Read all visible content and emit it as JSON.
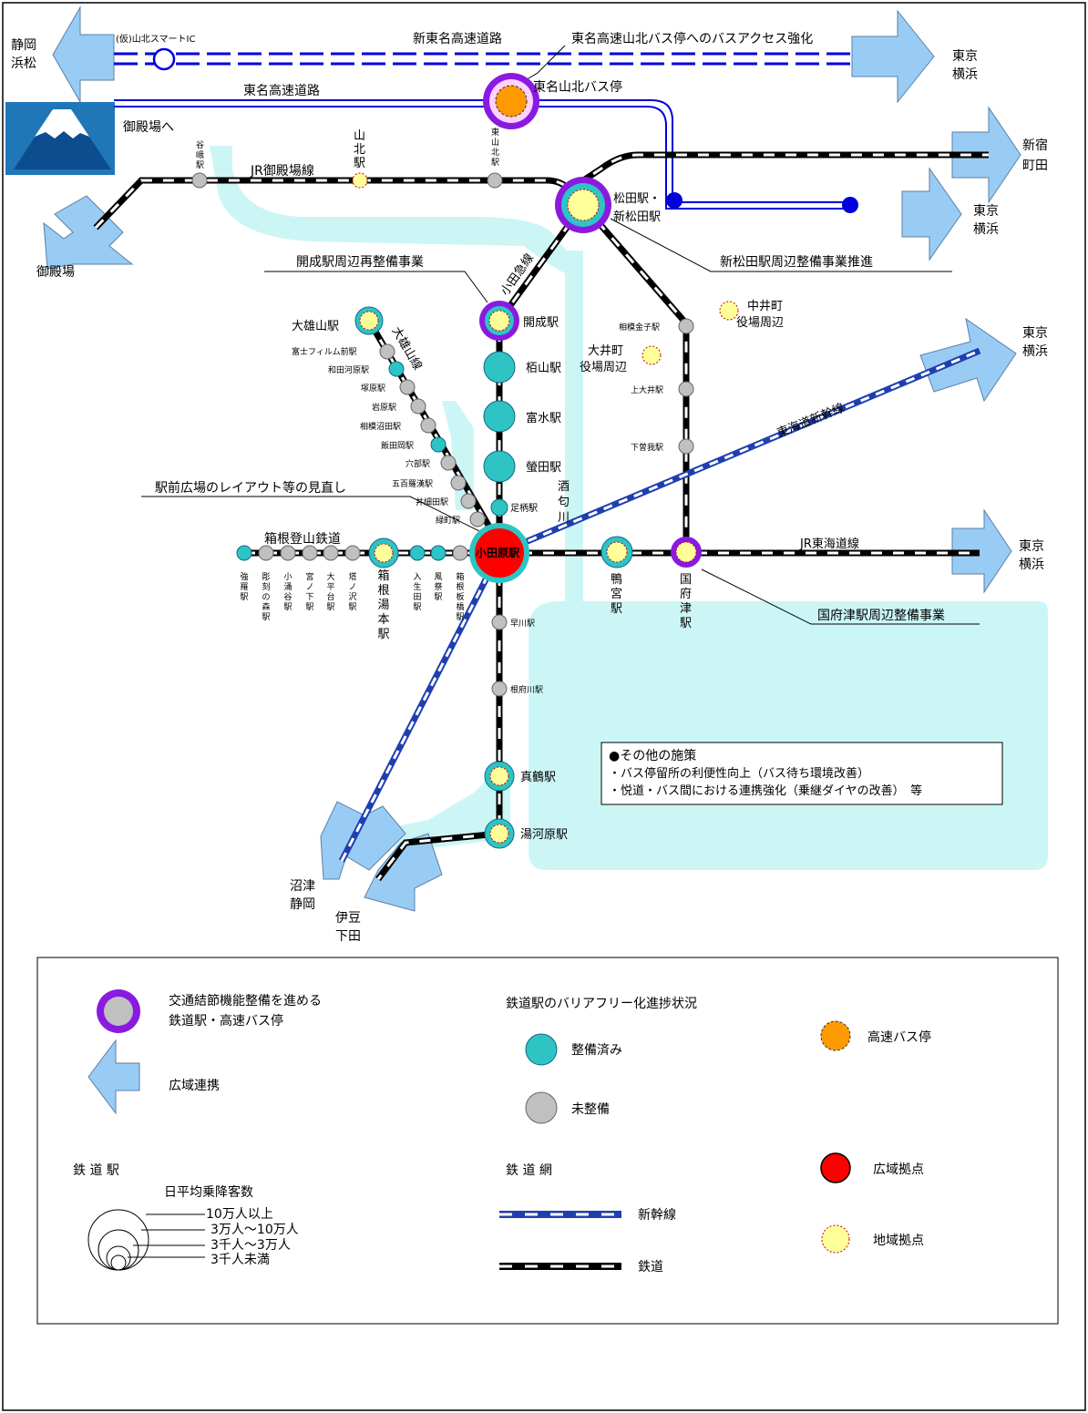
{
  "roads": {
    "shin_tomei": "新東名高速道路",
    "tomei": "東名高速道路",
    "smart_ic": "(仮)山北スマートIC",
    "to_gotemba_road": "御殿場へ",
    "bus_access": "東名高速山北バス停へのバスアクセス強化",
    "yamakita_bus_stop": "東名山北バス停"
  },
  "lines": {
    "gotemba": "JR御殿場線",
    "odakyu": "小田急線",
    "daiyuzan": "大雄山線",
    "hakone": "箱根登山鉄道",
    "tokaido": "JR東海道線",
    "shinkansen": "東海道新幹線",
    "river": [
      "酒",
      "匂",
      "川"
    ]
  },
  "destinations": {
    "shizuoka_hamamatsu": [
      "静岡",
      "浜松"
    ],
    "tokyo_yokohama": [
      "東京",
      "横浜"
    ],
    "shinjuku_machida": [
      "新宿",
      "町田"
    ],
    "gotemba": "御殿場",
    "numazu_shizuoka": [
      "沼津",
      "静岡"
    ],
    "izu_shimoda": [
      "伊豆",
      "下田"
    ]
  },
  "stations": {
    "odawara": "小田原駅",
    "matsuda": [
      "松田駅・",
      "新松田駅"
    ],
    "kaisei": "開成駅",
    "sakaiyama": "栢山駅",
    "tomizu": "富水駅",
    "hotaruda": "螢田駅",
    "ashigara": "足柄駅",
    "daiyuzan": "大雄山駅",
    "fujifilm": "富士フィルム前駅",
    "wadagahara": "和田河原駅",
    "tsukahara": "塚原駅",
    "iwahara": "岩原駅",
    "sagami_numata": "相模沼田駅",
    "iidaoka": "飯田岡駅",
    "anabe": "穴部駅",
    "gohyakurakan": "五百羅漢駅",
    "iharada": "井細田駅",
    "midoricho": "緑町駅",
    "sagami_kaneko": "相模金子駅",
    "kami_oi": "上大井駅",
    "shimo_soga": "下曽我駅",
    "kozu": [
      "国",
      "府",
      "津",
      "駅"
    ],
    "kamonomiya": [
      "鴨",
      "宮",
      "駅"
    ],
    "hayakawa": "早川駅",
    "nebukawa": "根府川駅",
    "manazuru": "真鶴駅",
    "yugawara": "湯河原駅",
    "yaga": [
      "谷",
      "峨",
      "駅"
    ],
    "yamakita": [
      "山",
      "北",
      "駅"
    ],
    "higashi_yamakita": [
      "東",
      "山",
      "北",
      "駅"
    ],
    "gora": [
      "強",
      "羅",
      "駅"
    ],
    "chokoku": [
      "彫",
      "刻",
      "の",
      "森",
      "駅"
    ],
    "kowakudani": [
      "小",
      "涌",
      "谷",
      "駅"
    ],
    "miyanoshita": [
      "宮",
      "ノ",
      "下",
      "駅"
    ],
    "ohiradai": [
      "大",
      "平",
      "台",
      "駅"
    ],
    "tonosawa": [
      "塔",
      "ノ",
      "沢",
      "駅"
    ],
    "hakone_yumoto": [
      "箱",
      "根",
      "湯",
      "本",
      "駅"
    ],
    "iriuda": [
      "入",
      "生",
      "田",
      "駅"
    ],
    "kazamatsuri": [
      "風",
      "祭",
      "駅"
    ],
    "hakone_itabashi": [
      "箱",
      "根",
      "板",
      "橋",
      "駅"
    ]
  },
  "places": {
    "nakai": [
      "中井町",
      "役場周辺"
    ],
    "oi": [
      "大井町",
      "役場周辺"
    ]
  },
  "callouts": {
    "kaisei_project": "開成駅周辺再整備事業",
    "matsuda_project": "新松田駅周辺整備事業推進",
    "plaza_review": "駅前広場のレイアウト等の見直し",
    "kozu_project": "国府津駅周辺整備事業"
  },
  "other_measures": {
    "title": "●その他の施策",
    "items": [
      "・バス停留所の利便性向上（バス待ち環境改善）",
      "・悦道・バス間における連携強化（乗継ダイヤの改善）　等"
    ]
  },
  "legend": {
    "node_label": [
      "交通結節機能整備を進める",
      "鉄道駅・高速バス停"
    ],
    "arrow_label": "広域連携",
    "bf_title": "鉄道駅のバリアフリー化進捗状況",
    "bf_done": "整備済み",
    "bf_pending": "未整備",
    "bus_stop": "高速バス停",
    "wide_hub": "広域拠点",
    "local_hub": "地域拠点",
    "station_title": "鉄 道 駅",
    "ridership_title": "日平均乗降客数",
    "ridership": [
      "10万人以上",
      "3万人～10万人",
      "3千人～3万人",
      "3千人未満"
    ],
    "network_title": "鉄 道 網",
    "shinkansen": "新幹線",
    "railway": "鉄道"
  },
  "colors": {
    "done": "#2ec4c4",
    "pending": "#c0c0c0",
    "node_ring": "#8a1ae0",
    "hub": "#ff0000",
    "local": "#ffff99",
    "bus": "#ff9900",
    "arrow": "#99ccf4",
    "road": "#0000dd",
    "area": "#ccf6f6"
  }
}
